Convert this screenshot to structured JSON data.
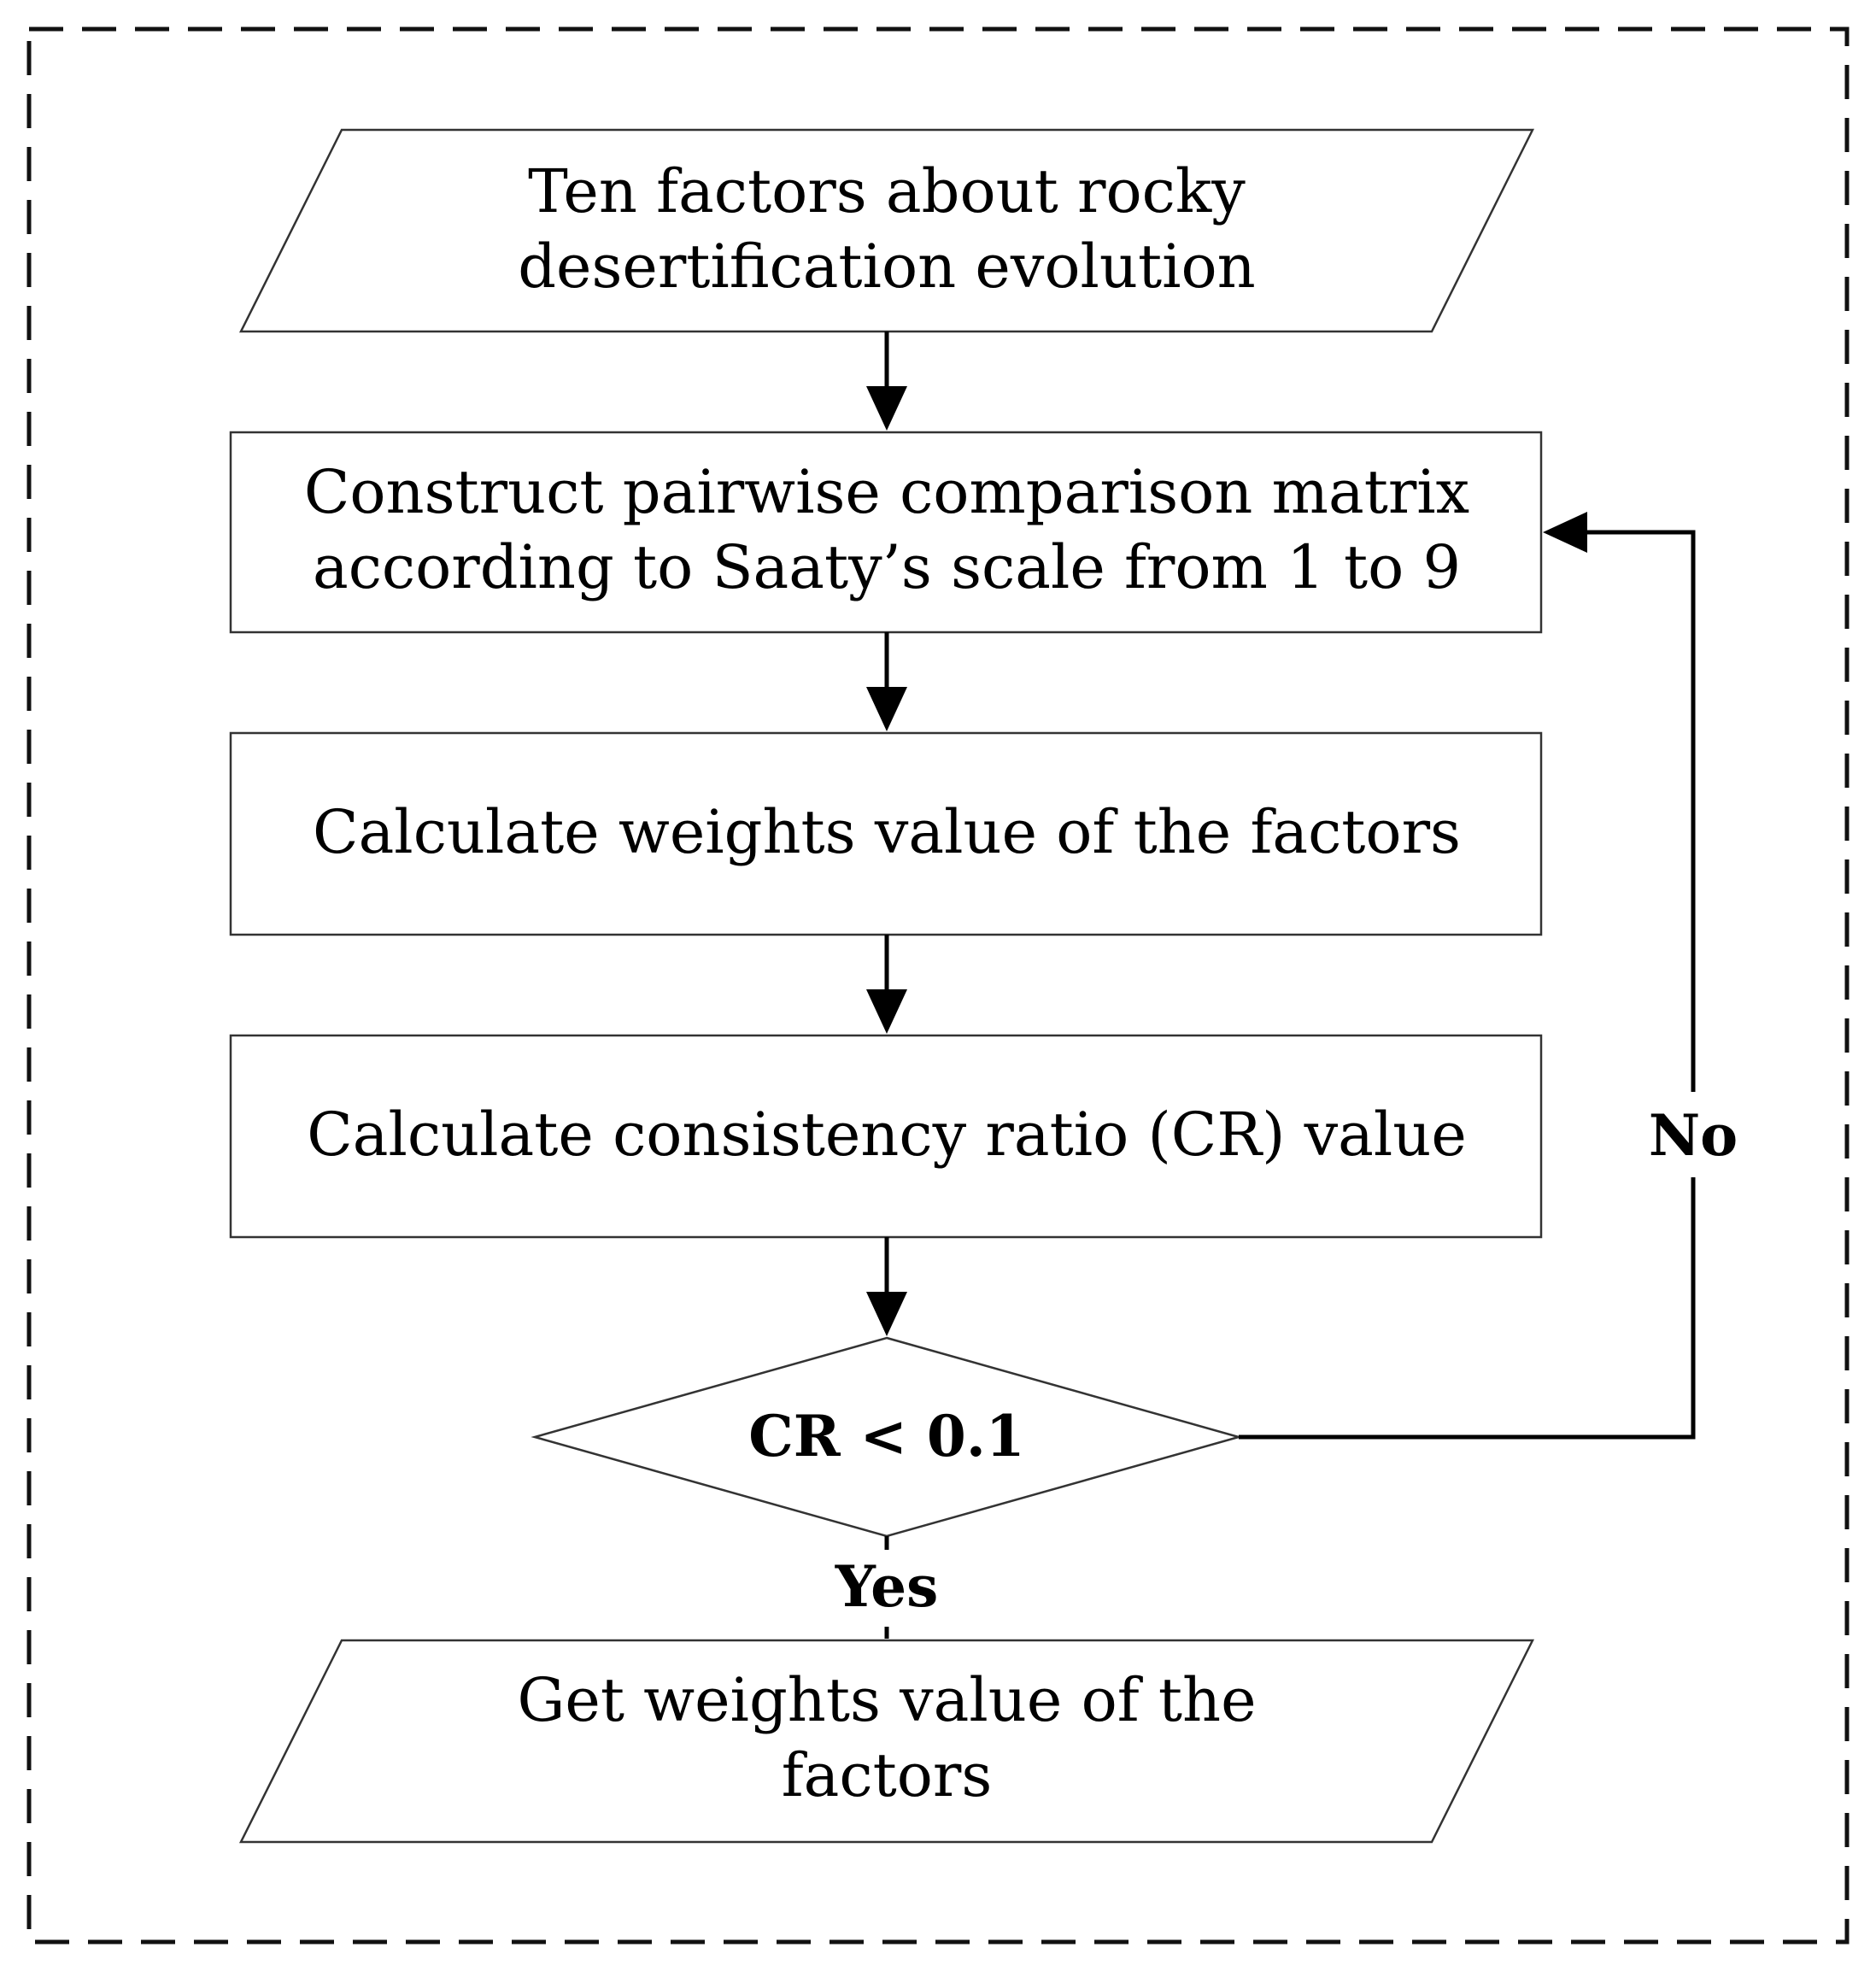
{
  "nodes": {
    "input": {
      "line1": "Ten factors about rocky",
      "line2": "desertification evolution"
    },
    "construct": {
      "line1": "Construct pairwise comparison matrix",
      "line2": "according to Saaty’s scale from 1 to 9"
    },
    "weights": {
      "label": "Calculate weights value of the factors"
    },
    "consistency": {
      "label": "Calculate consistency ratio (CR) value"
    },
    "decision": {
      "label": "CR < 0.1"
    },
    "output": {
      "line1": "Get weights value of the",
      "line2": "factors"
    }
  },
  "edges": {
    "yes_label": "Yes",
    "no_label": "No"
  }
}
